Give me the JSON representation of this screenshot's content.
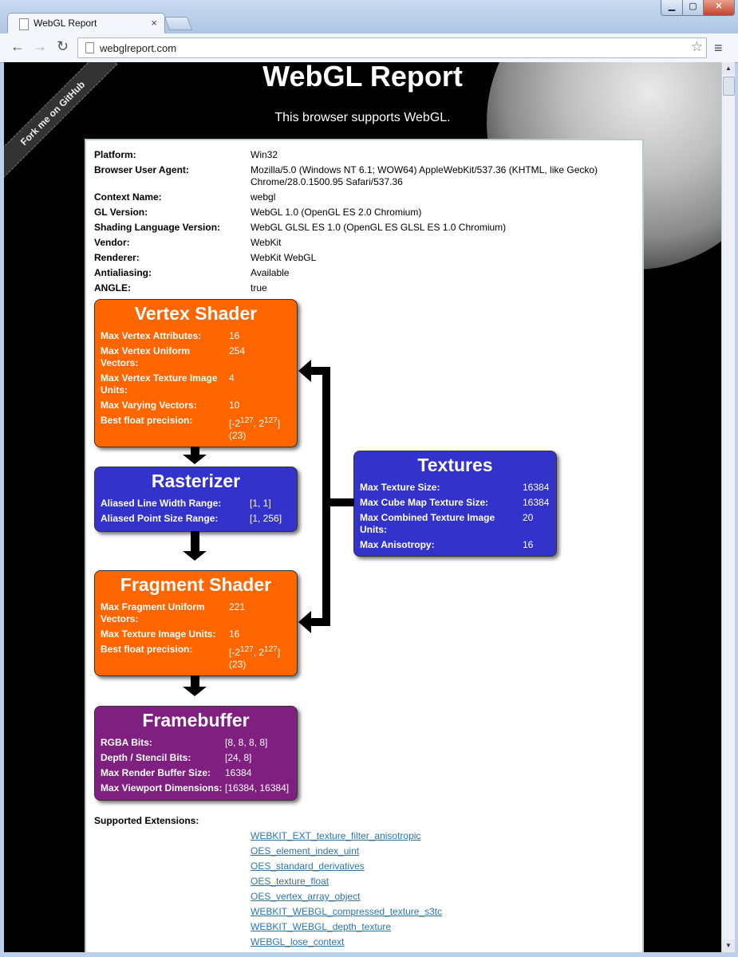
{
  "window": {
    "tab_title": "WebGL Report",
    "tab_close": "×",
    "min": "▁",
    "max": "▢",
    "close": "✕"
  },
  "toolbar": {
    "back": "←",
    "forward": "→",
    "reload": "↻",
    "url": "webglreport.com",
    "star": "☆",
    "menu": "≡"
  },
  "page": {
    "ribbon": "Fork me on GitHub",
    "title": "WebGL Report",
    "support": "This browser supports WebGL."
  },
  "info": [
    {
      "label": "Platform:",
      "value": "Win32"
    },
    {
      "label": "Browser User Agent:",
      "value": "Mozilla/5.0 (Windows NT 6.1; WOW64) AppleWebKit/537.36 (KHTML, like Gecko) Chrome/28.0.1500.95 Safari/537.36"
    },
    {
      "label": "Context Name:",
      "value": "webgl"
    },
    {
      "label": "GL Version:",
      "value": "WebGL 1.0 (OpenGL ES 2.0 Chromium)"
    },
    {
      "label": "Shading Language Version:",
      "value": "WebGL GLSL ES 1.0 (OpenGL ES GLSL ES 1.0 Chromium)"
    },
    {
      "label": "Vendor:",
      "value": "WebKit"
    },
    {
      "label": "Renderer:",
      "value": "WebKit WebGL"
    },
    {
      "label": "Antialiasing:",
      "value": "Available"
    },
    {
      "label": "ANGLE:",
      "value": "true"
    }
  ],
  "vertex": {
    "title": "Vertex Shader",
    "rows": [
      {
        "label": "Max Vertex Attributes:",
        "value": "16"
      },
      {
        "label": "Max Vertex Uniform Vectors:",
        "value": "254"
      },
      {
        "label": "Max Vertex Texture Image Units:",
        "value": "4"
      },
      {
        "label": "Max Varying Vectors:",
        "value": "10"
      }
    ],
    "precision_label": "Best float precision:",
    "precision": {
      "open": "[-2",
      "exp1": "127",
      "mid": ", 2",
      "exp2": "127",
      "close": "]",
      "bits": "(23)"
    }
  },
  "rasterizer": {
    "title": "Rasterizer",
    "rows": [
      {
        "label": "Aliased Line Width Range:",
        "value": "[1, 1]"
      },
      {
        "label": "Aliased Point Size Range:",
        "value": "[1, 256]"
      }
    ]
  },
  "fragment": {
    "title": "Fragment Shader",
    "rows": [
      {
        "label": "Max Fragment Uniform Vectors:",
        "value": "221"
      },
      {
        "label": "Max Texture Image Units:",
        "value": "16"
      }
    ],
    "precision_label": "Best float precision:",
    "precision": {
      "open": "[-2",
      "exp1": "127",
      "mid": ", 2",
      "exp2": "127",
      "close": "]",
      "bits": "(23)"
    }
  },
  "framebuffer": {
    "title": "Framebuffer",
    "rows": [
      {
        "label": "RGBA Bits:",
        "value": "[8, 8, 8, 8]"
      },
      {
        "label": "Depth / Stencil Bits:",
        "value": "[24, 8]"
      },
      {
        "label": "Max Render Buffer Size:",
        "value": "16384"
      },
      {
        "label": "Max Viewport Dimensions:",
        "value": "[16384, 16384]"
      }
    ]
  },
  "textures": {
    "title": "Textures",
    "rows": [
      {
        "label": "Max Texture Size:",
        "value": "16384"
      },
      {
        "label": "Max Cube Map Texture Size:",
        "value": "16384"
      },
      {
        "label": "Max Combined Texture Image Units:",
        "value": "20"
      },
      {
        "label": "Max Anisotropy:",
        "value": "16"
      }
    ]
  },
  "extensions": {
    "label": "Supported Extensions:",
    "items": [
      "WEBKIT_EXT_texture_filter_anisotropic",
      "OES_element_index_uint",
      "OES_standard_derivatives",
      "OES_texture_float",
      "OES_vertex_array_object",
      "WEBKIT_WEBGL_compressed_texture_s3tc",
      "WEBKIT_WEBGL_depth_texture",
      "WEBGL_lose_context"
    ]
  },
  "colors": {
    "orange": "#ff6600",
    "blue": "#3333cc",
    "purple": "#7f1f7f",
    "link": "#2e74a8"
  }
}
